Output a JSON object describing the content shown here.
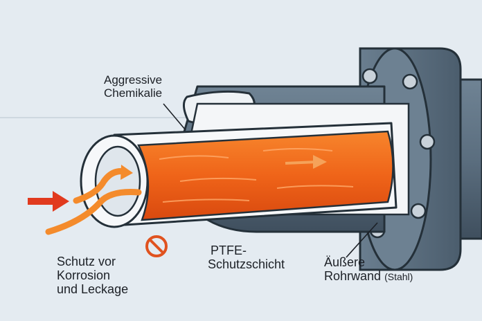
{
  "labels": {
    "chemical": [
      "Aggressive",
      "Chemikalie"
    ],
    "protection": [
      "Schutz vor",
      "Korrosion",
      "und Leckage"
    ],
    "ptfe": [
      "PTFE-",
      "Schutzschicht"
    ],
    "outer_wall_line1": "Äußere",
    "outer_wall_line2": "Rohrwand",
    "outer_wall_material": "(Stahl)"
  },
  "colors": {
    "background": "#e4ebf1",
    "steel": "#5e7182",
    "steel_dark": "#3f4f5e",
    "ptfe": "#f4f6f8",
    "chemical": "#f06a1c",
    "arrow_red": "#e13a1e",
    "no_symbol": "#e0521f"
  },
  "icons": {
    "flow_arrow": "right-arrow-icon",
    "no_symbol": "prohibited-icon",
    "flange_bolts": "bolt-icon"
  }
}
